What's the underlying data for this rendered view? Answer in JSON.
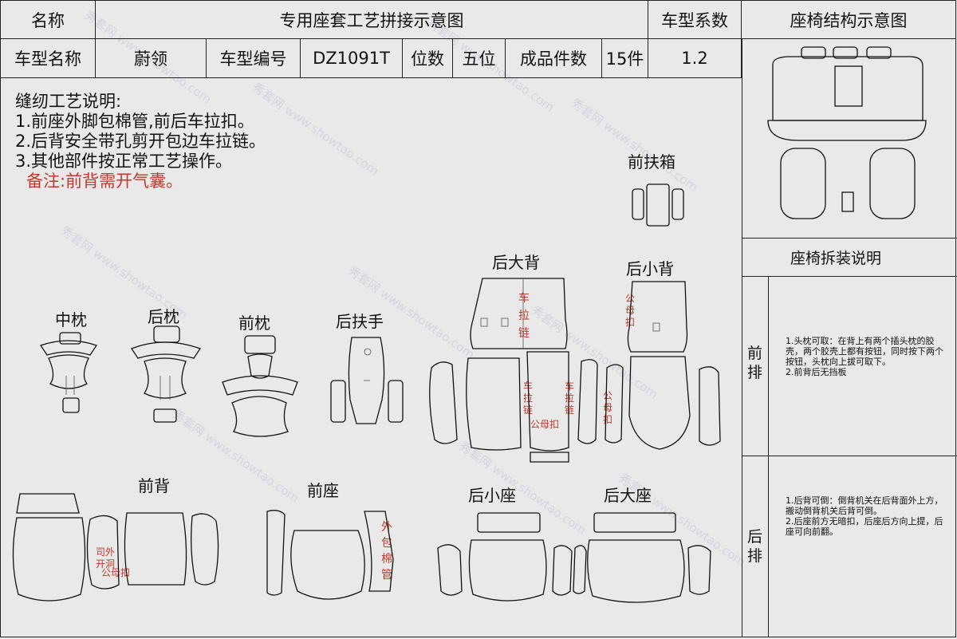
{
  "header": {
    "name_label": "名称",
    "title": "专用座套工艺拼接示意图",
    "factor_label": "车型系数",
    "structure_label": "座椅结构示意图",
    "car_name_label": "车型名称",
    "car_name": "蔚领",
    "car_code_label": "车型编号",
    "car_code": "DZ1091T",
    "seats_label": "位数",
    "seats": "五位",
    "pieces_label": "成品件数",
    "pieces": "15件",
    "factor": "1.2"
  },
  "notes": {
    "heading": "缝纫工艺说明:",
    "items": [
      "1.前座外脚包棉管,前后车拉扣。",
      "2.后背安全带孔剪开包边车拉链。",
      "3.其他部件按正常工艺操作。"
    ],
    "remark": "备注:前背需开气囊。"
  },
  "parts": {
    "front_box": "前扶箱",
    "middle_pillow": "中枕",
    "rear_pillow": "后枕",
    "front_pillow": "前枕",
    "rear_armrest": "后扶手",
    "rear_big_back": "后大背",
    "rear_small_back": "后小背",
    "front_back": "前背",
    "front_seat": "前座",
    "rear_small_seat": "后小座",
    "rear_big_seat": "后大座"
  },
  "annotations": {
    "zip_1": "车拉链",
    "zip_2": "车拉链",
    "zip_3": "车拉链",
    "male_female_1": "公母扣",
    "male_female_2": "公母扣",
    "male_female_3": "公母扣",
    "male_female_4": "公母扣",
    "outer_hole": "司外开洞",
    "foam_pipe": "外包棉管"
  },
  "side": {
    "install_title": "座椅拆装说明",
    "front_row": "前排",
    "front_text": "1.头枕可取：在背上有两个插头枕的胶壳，两个胶壳上都有按钮，同时按下两个按钮，头枕向上拔可取下。\n2.前背后无挡板",
    "rear_row": "后排",
    "rear_text": "1.后背可倒：倒背机关在后背面外上方，搬动倒背机关后背可倒。\n2.后座前方无暗扣，后座后方向上提，后座可向前翻。"
  },
  "watermarks": [
    "秀套网 www.showtao.com"
  ]
}
